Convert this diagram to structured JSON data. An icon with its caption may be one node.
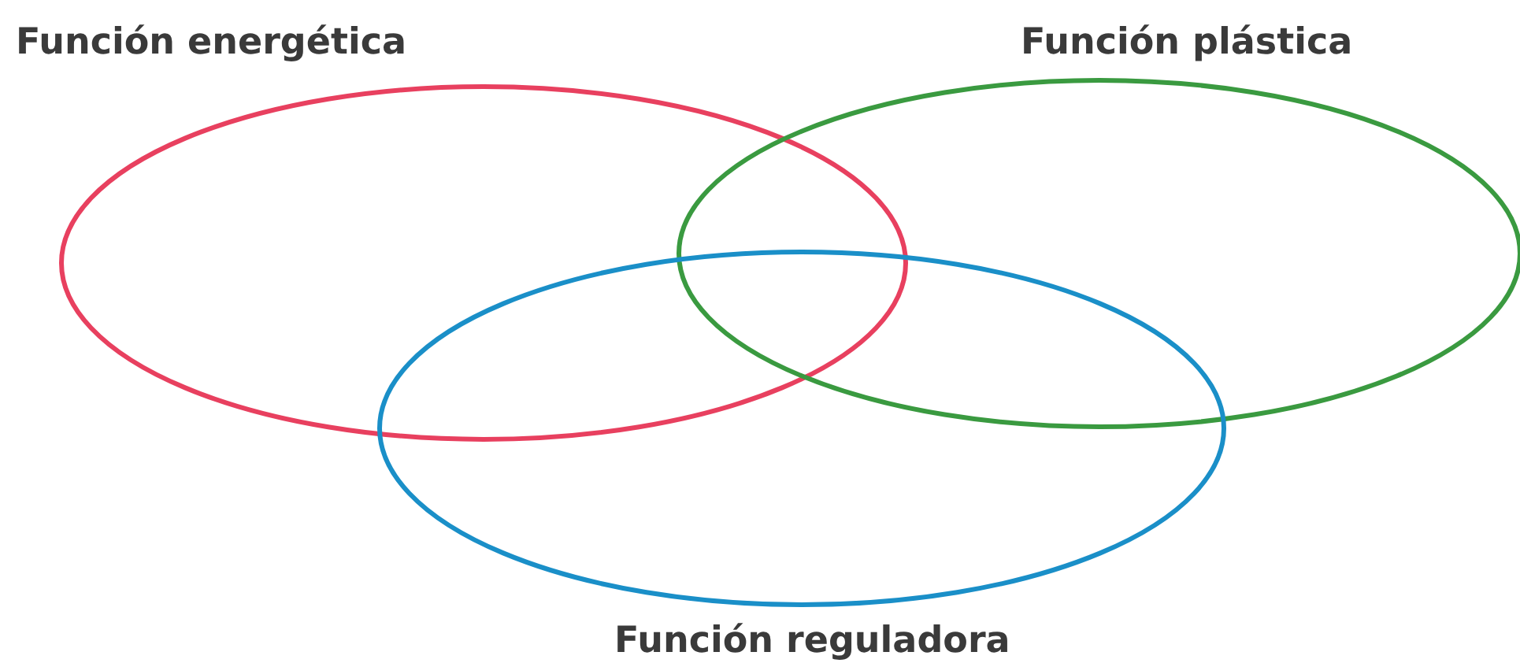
{
  "diagram": {
    "nodes": [
      {
        "text": [
          "Función energética"
        ]
      },
      {
        "text": [
          "Función plástica"
        ]
      },
      {
        "text": [
          "Función reguladora"
        ]
      }
    ]
  }
}
